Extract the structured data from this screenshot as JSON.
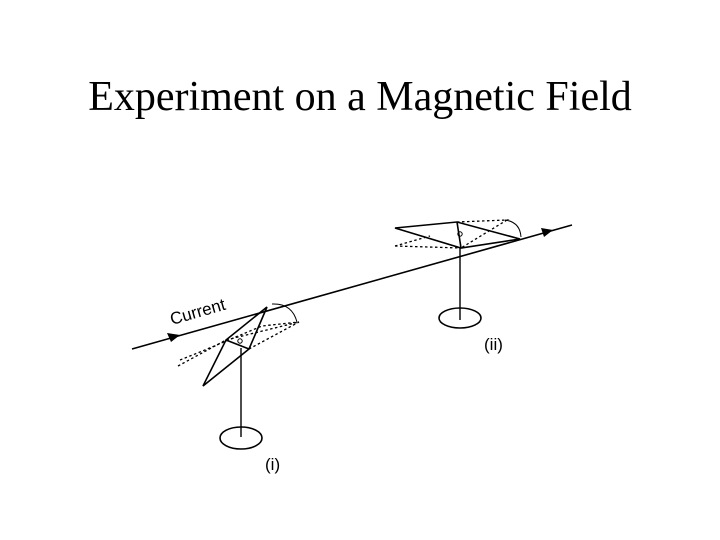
{
  "slide": {
    "title": "Experiment on a Magnetic Field"
  },
  "diagram": {
    "wire_label": "Current",
    "compass_labels": [
      "(i)",
      "(ii)"
    ],
    "colors": {
      "line": "#000000",
      "background": "#ffffff"
    }
  }
}
